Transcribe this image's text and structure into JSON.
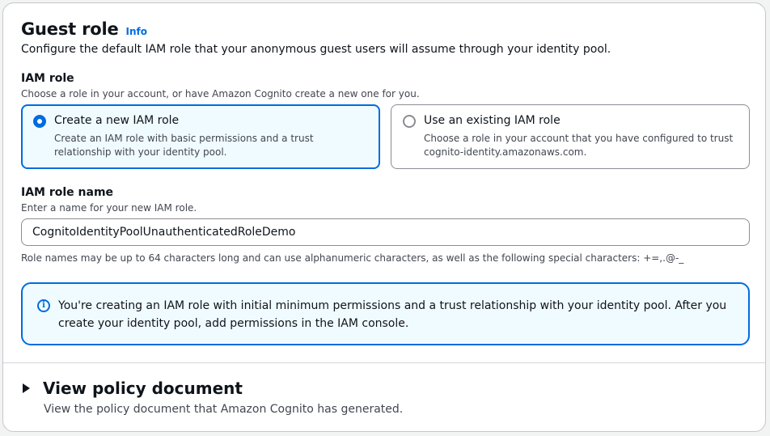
{
  "section": {
    "title": "Guest role",
    "info_label": "Info",
    "description": "Configure the default IAM role that your anonymous guest users will assume through your identity pool."
  },
  "iam_role": {
    "label": "IAM role",
    "description": "Choose a role in your account, or have Amazon Cognito create a new one for you.",
    "options": [
      {
        "title": "Create a new IAM role",
        "description": "Create an IAM role with basic permissions and a trust relationship with your identity pool.",
        "selected": true
      },
      {
        "title": "Use an existing IAM role",
        "description": "Choose a role in your account that you have configured to trust cognito-identity.amazonaws.com.",
        "selected": false
      }
    ]
  },
  "role_name": {
    "label": "IAM role name",
    "description": "Enter a name for your new IAM role.",
    "value": "CognitoIdentityPoolUnauthenticatedRoleDemo",
    "hint": "Role names may be up to 64 characters long and can use alphanumeric characters, as well as the following special characters: +=,.@-_"
  },
  "alert": {
    "icon": "info-icon",
    "text": "You're creating an IAM role with initial minimum permissions and a trust relationship with your identity pool. After you create your identity pool, add permissions in the IAM console."
  },
  "policy": {
    "title": "View policy document",
    "description": "View the policy document that Amazon Cognito has generated.",
    "icon": "caret-right-icon"
  },
  "colors": {
    "accent": "#006ce0",
    "selected_bg": "#f0fbff",
    "text": "#0f141a",
    "secondary_text": "#424650"
  }
}
